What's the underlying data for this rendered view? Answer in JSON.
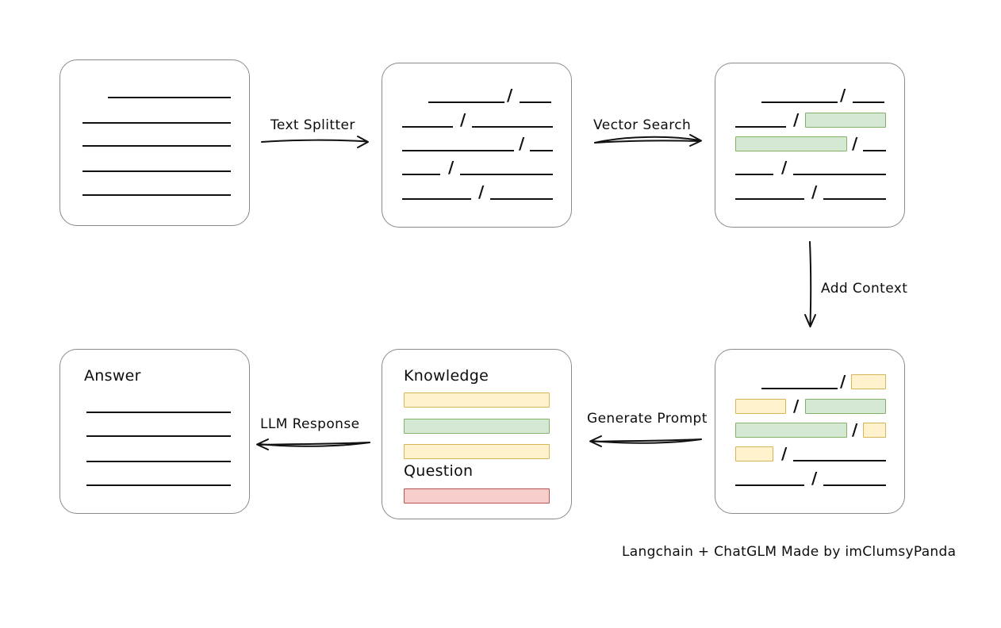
{
  "diagram": {
    "caption": "Langchain + ChatGLM Made by imClumsyPanda",
    "arrows": [
      {
        "id": "text-splitter",
        "label": "Text Splitter",
        "direction": "right"
      },
      {
        "id": "vector-search",
        "label": "Vector Search",
        "direction": "right"
      },
      {
        "id": "add-context",
        "label": "Add Context",
        "direction": "down"
      },
      {
        "id": "generate-prompt",
        "label": "Generate Prompt",
        "direction": "left"
      },
      {
        "id": "llm-response",
        "label": "LLM Response",
        "direction": "left"
      }
    ],
    "boxes": {
      "source_document": {
        "title": ""
      },
      "split_document": {
        "title": ""
      },
      "retrieved_document": {
        "title": ""
      },
      "context_document": {
        "title": ""
      },
      "prompt": {
        "knowledge_title": "Knowledge",
        "question_title": "Question"
      },
      "answer": {
        "title": "Answer"
      }
    },
    "colors": {
      "green_fill": "#d5e8d4",
      "green_border": "#82b366",
      "yellow_fill": "#fff2cc",
      "yellow_border": "#d6b656",
      "red_fill": "#f8cecc",
      "red_border": "#b85450",
      "box_border": "#8a8a8a",
      "line": "#111111"
    }
  }
}
